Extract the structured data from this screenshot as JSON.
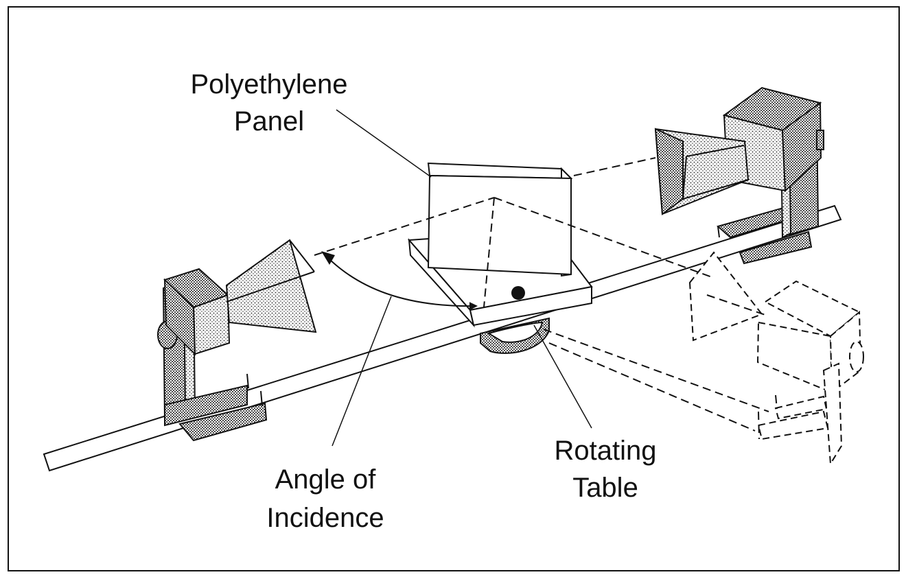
{
  "labels": {
    "panel_line1": "Polyethylene",
    "panel_line2": "Panel",
    "angle_line1": "Angle of",
    "angle_line2": "Incidence",
    "table_line1": "Rotating",
    "table_line2": "Table"
  }
}
